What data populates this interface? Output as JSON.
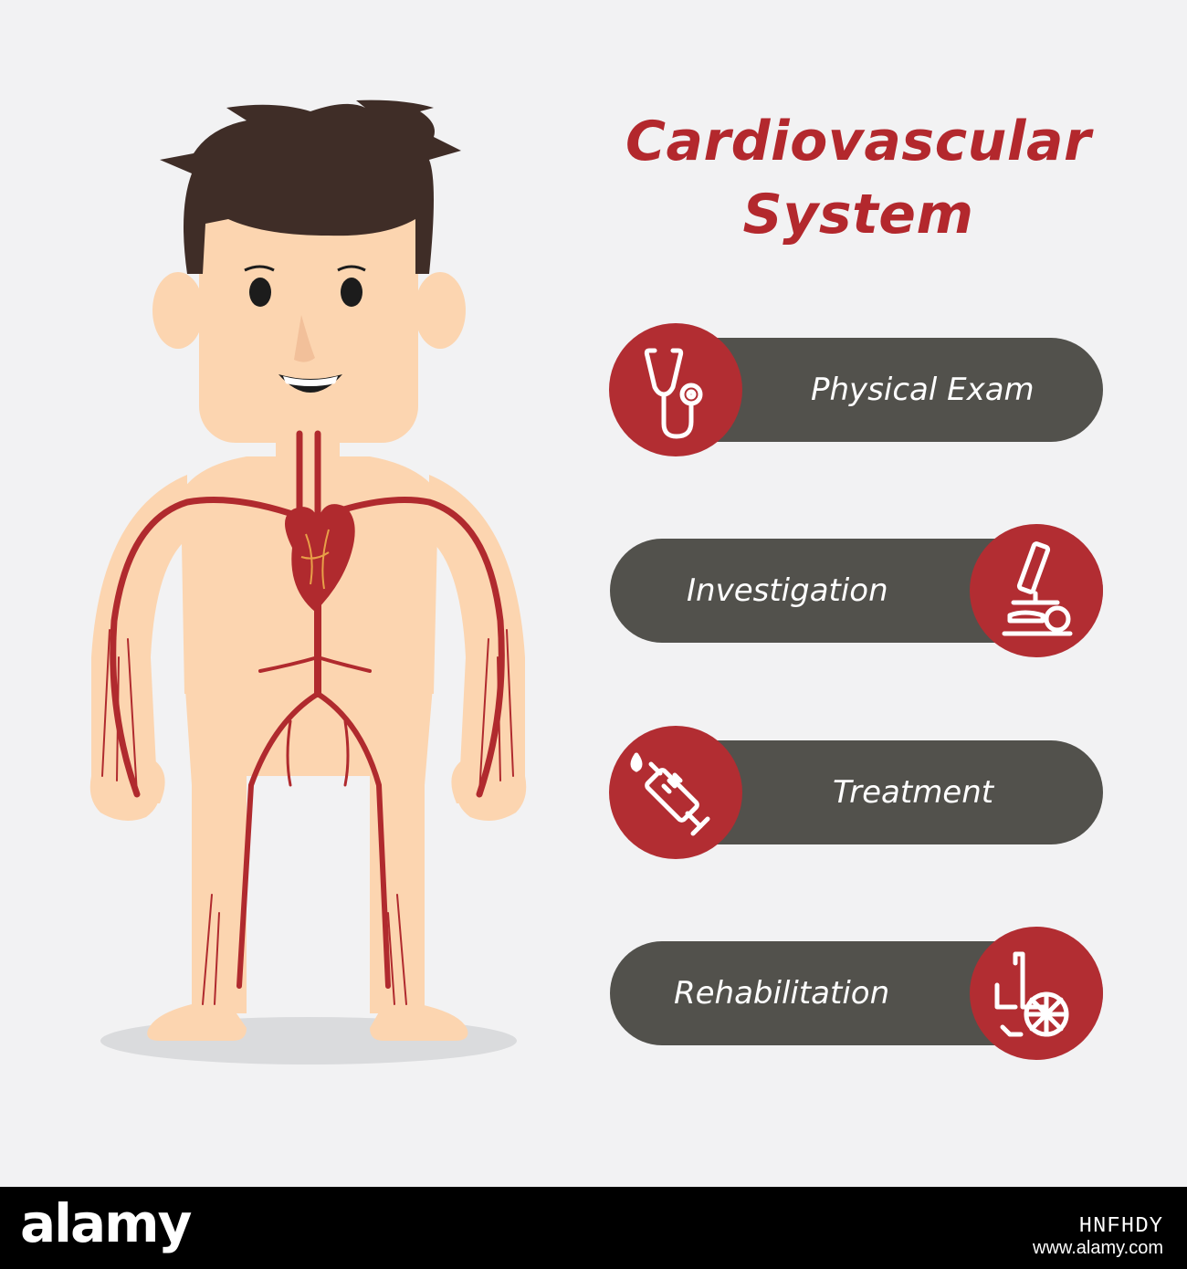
{
  "title": {
    "line1": "Cardiovascular",
    "line2": "System"
  },
  "steps": [
    {
      "label": "Physical Exam",
      "icon": "stethoscope-icon"
    },
    {
      "label": "Investigation",
      "icon": "microscope-icon"
    },
    {
      "label": "Treatment",
      "icon": "syringe-icon"
    },
    {
      "label": "Rehabilitation",
      "icon": "wheelchair-icon"
    }
  ],
  "footer": {
    "brand": "alamy",
    "image_id": "HNFHDY",
    "url": "www.alamy.com"
  },
  "colors": {
    "accent_red": "#b22d32",
    "title_red": "#b3282d",
    "pill_gray": "#52514c",
    "skin": "#fcd5b0",
    "hair": "#3f2d27",
    "vessel": "#b02a2e",
    "background": "#f2f2f3"
  }
}
